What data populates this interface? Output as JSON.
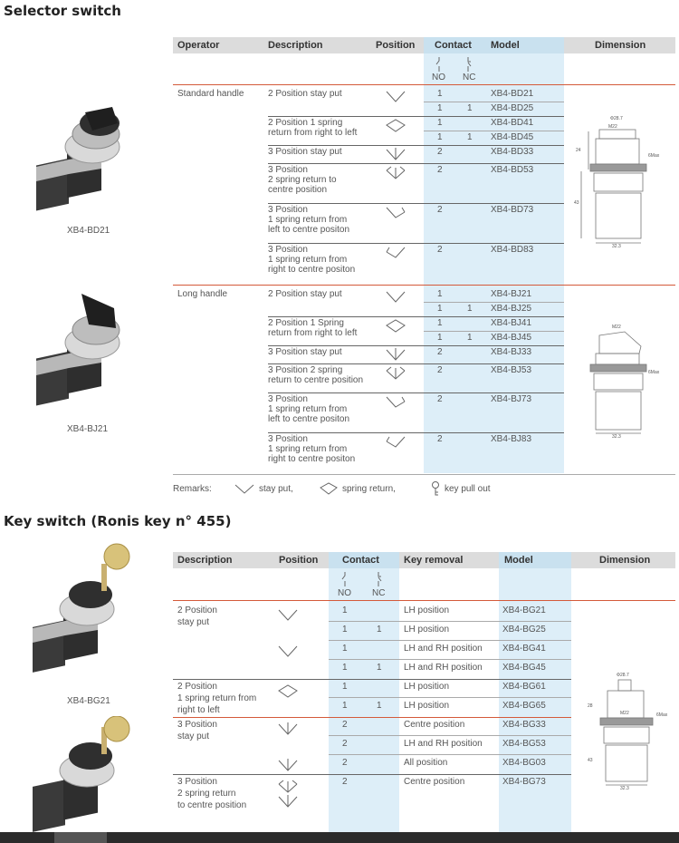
{
  "selector": {
    "title": "Selector switch",
    "headers": {
      "operator": "Operator",
      "description": "Description",
      "position": "Position",
      "contact": "Contact",
      "model": "Model",
      "dimension": "Dimension"
    },
    "no": "NO",
    "nc": "NC",
    "standard": {
      "operator": "Standard handle",
      "product_label": "XB4-BD21",
      "rows": [
        {
          "desc": [
            "2 Position stay put"
          ],
          "pos": "stay",
          "lines": [
            [
              "1",
              "",
              "XB4-BD21"
            ],
            [
              "1",
              "1",
              "XB4-BD25"
            ]
          ]
        },
        {
          "desc": [
            "2 Position 1 spring",
            "return from right to left"
          ],
          "pos": "spring",
          "lines": [
            [
              "1",
              "",
              "XB4-BD41"
            ],
            [
              "1",
              "1",
              "XB4-BD45"
            ]
          ]
        },
        {
          "desc": [
            "3 Position stay put"
          ],
          "pos": "stay3",
          "lines": [
            [
              "2",
              "",
              "XB4-BD33"
            ]
          ]
        },
        {
          "desc": [
            "3 Position",
            "2 spring return to",
            "centre position"
          ],
          "pos": "spring3",
          "lines": [
            [
              "2",
              "",
              "XB4-BD53"
            ]
          ]
        },
        {
          "desc": [
            "3 Position",
            "1 spring return from",
            "left to centre positon"
          ],
          "pos": "springL",
          "lines": [
            [
              "2",
              "",
              "XB4-BD73"
            ]
          ]
        },
        {
          "desc": [
            "3 Position",
            "1 spring return from",
            "right to centre positon"
          ],
          "pos": "springR",
          "lines": [
            [
              "2",
              "",
              "XB4-BD83"
            ]
          ]
        }
      ],
      "dims": {
        "d1": "Φ28.7",
        "d2": "M22",
        "d3": "24",
        "d4": "6Max",
        "d5": "43",
        "d6": "32.3"
      }
    },
    "long": {
      "operator": "Long handle",
      "product_label": "XB4-BJ21",
      "rows": [
        {
          "desc": [
            "2 Position stay put"
          ],
          "pos": "stay",
          "lines": [
            [
              "1",
              "",
              "XB4-BJ21"
            ],
            [
              "1",
              "1",
              "XB4-BJ25"
            ]
          ]
        },
        {
          "desc": [
            "2 Position 1 Spring",
            "return from right to left"
          ],
          "pos": "spring",
          "lines": [
            [
              "1",
              "",
              "XB4-BJ41"
            ],
            [
              "1",
              "1",
              "XB4-BJ45"
            ]
          ]
        },
        {
          "desc": [
            "3 Position stay put"
          ],
          "pos": "stay3",
          "lines": [
            [
              "2",
              "",
              "XB4-BJ33"
            ]
          ]
        },
        {
          "desc": [
            "3 Position 2 spring",
            "return to centre position"
          ],
          "pos": "spring3",
          "lines": [
            [
              "2",
              "",
              "XB4-BJ53"
            ]
          ]
        },
        {
          "desc": [
            "3 Position",
            "1 spring return from",
            "left to centre positon"
          ],
          "pos": "springL",
          "lines": [
            [
              "2",
              "",
              "XB4-BJ73"
            ]
          ]
        },
        {
          "desc": [
            "3 Position",
            "1 spring return from",
            "right to centre positon"
          ],
          "pos": "springR",
          "lines": [
            [
              "2",
              "",
              "XB4-BJ83"
            ]
          ]
        }
      ],
      "dims": {
        "d2": "M22",
        "d4": "6Max",
        "d6": "32.3"
      }
    },
    "remarks": {
      "label": "Remarks:",
      "stay": "stay put,",
      "spring": "spring return,",
      "key": "key pull out"
    }
  },
  "key": {
    "title": "Key switch (Ronis key n°  455)",
    "headers": {
      "description": "Description",
      "position": "Position",
      "contact": "Contact",
      "key_removal": "Key removal",
      "model": "Model",
      "dimension": "Dimension"
    },
    "no": "NO",
    "nc": "NC",
    "product_label": "XB4-BG21",
    "groups": [
      {
        "desc": [
          "2 Position",
          "stay put"
        ],
        "lines": [
          [
            "1",
            "",
            "LH position",
            "XB4-BG21"
          ],
          [
            "1",
            "1",
            "LH position",
            "XB4-BG25"
          ],
          [
            "1",
            "",
            "LH and RH position",
            "XB4-BG41"
          ],
          [
            "1",
            "1",
            "LH and RH position",
            "XB4-BG45"
          ]
        ]
      },
      {
        "desc": [
          "2 Position",
          "1 spring return from",
          "right to left"
        ],
        "lines": [
          [
            "1",
            "",
            "LH position",
            "XB4-BG61"
          ],
          [
            "1",
            "1",
            "LH position",
            "XB4-BG65"
          ]
        ]
      },
      {
        "desc": [
          "3 Position",
          "stay put"
        ],
        "lines": [
          [
            "2",
            "",
            "Centre position",
            "XB4-BG33"
          ],
          [
            "2",
            "",
            "LH and RH position",
            "XB4-BG53"
          ],
          [
            "2",
            "",
            "All position",
            "XB4-BG03"
          ]
        ]
      },
      {
        "desc": [
          "3 Position",
          "2 spring return",
          "to centre position"
        ],
        "lines": [
          [
            "2",
            "",
            "Centre position",
            "XB4-BG73"
          ]
        ]
      }
    ],
    "dims": {
      "d1": "Φ28.7",
      "d2": "M22",
      "d3": "28",
      "d4": "6Max",
      "d5": "43",
      "d6": "32.3"
    }
  }
}
